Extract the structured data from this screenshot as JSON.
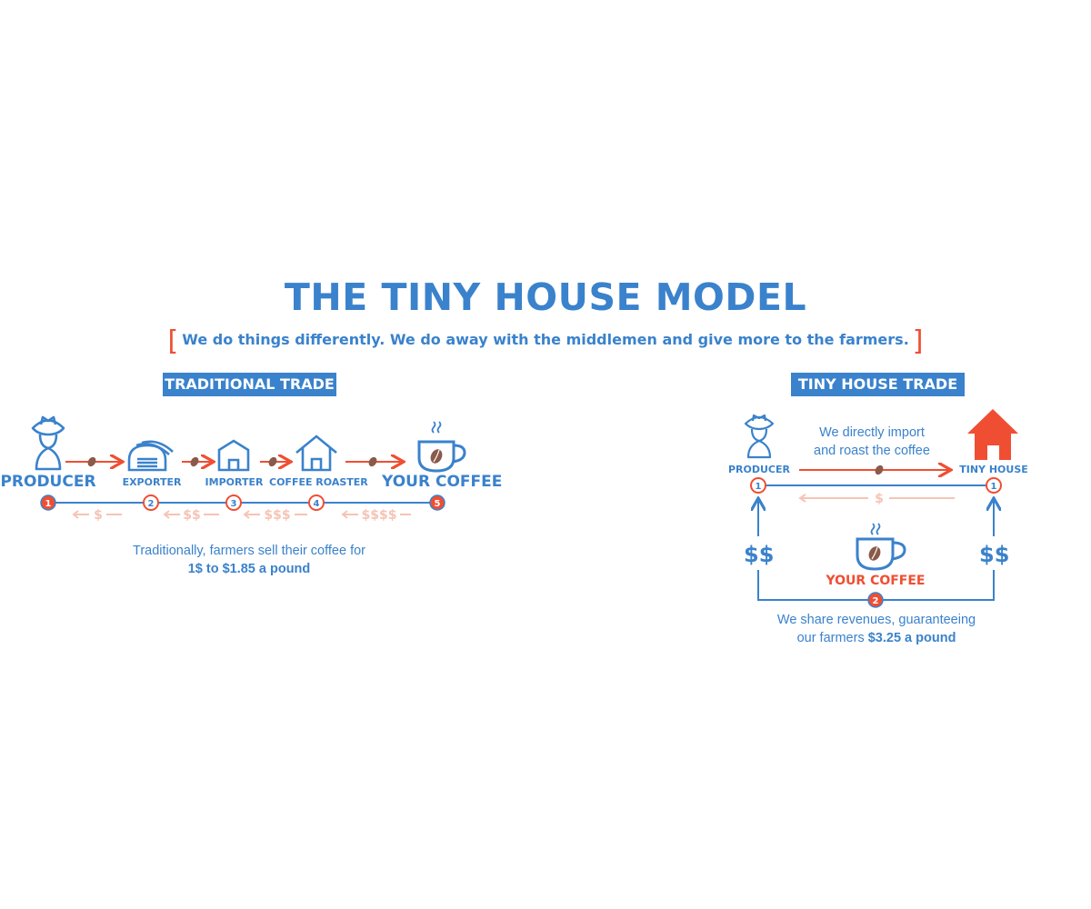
{
  "title": "THE TINY HOUSE MODEL",
  "subtitle": "We do things differently. We do away with the middlemen and give more to the farmers.",
  "colors": {
    "blue": "#3a82cc",
    "orange": "#f04e32",
    "pale_orange": "#f6c4b4",
    "bean": "#8a5a4a"
  },
  "traditional": {
    "header": "TRADITIONAL TRADE",
    "nodes": [
      {
        "label": "PRODUCER",
        "number": "1",
        "icon": "farmer-icon"
      },
      {
        "label": "EXPORTER",
        "number": "2",
        "icon": "warehouse-icon"
      },
      {
        "label": "IMPORTER",
        "number": "3",
        "icon": "building-icon"
      },
      {
        "label": "COFFEE ROASTER",
        "number": "4",
        "icon": "house-icon"
      },
      {
        "label": "YOUR COFFEE",
        "number": "5",
        "icon": "coffee-cup-icon"
      }
    ],
    "money_flows": [
      "$",
      "$$",
      "$$$",
      "$$$$"
    ],
    "caption_line1": "Traditionally, farmers sell their coffee for",
    "caption_line2": "1$ to $1.85 a pound"
  },
  "tiny_house": {
    "header": "TINY HOUSE TRADE",
    "producer_label": "PRODUCER",
    "tiny_house_label": "TINY HOUSE",
    "import_text_line1": "We directly import",
    "import_text_line2": "and roast the coffee",
    "money_back": "$",
    "left_money": "$$",
    "right_money": "$$",
    "your_coffee": "YOUR COFFEE",
    "step1": "1",
    "step1b": "1",
    "step2": "2",
    "caption_line1": "We share revenues, guaranteeing",
    "caption_line2_prefix": "our farmers ",
    "caption_line2_bold": "$3.25 a pound"
  }
}
